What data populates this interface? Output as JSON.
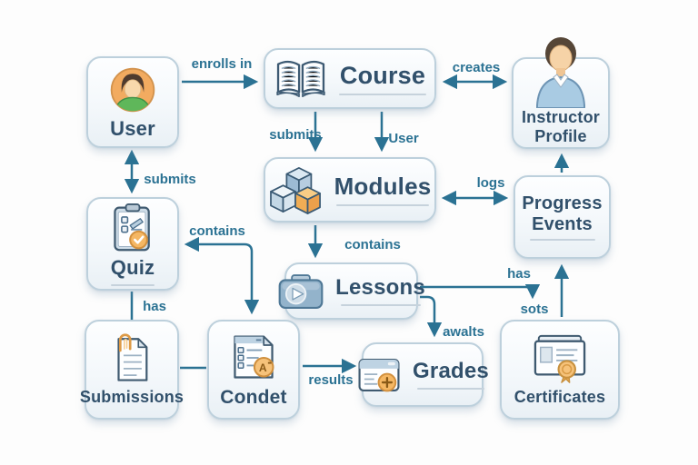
{
  "diagram": {
    "type": "entity-relationship-flow",
    "colors": {
      "background": "#fdfdfd",
      "accent_arrow": "#2b7293",
      "node_text": "#31506b",
      "node_border": "#bdd0dc",
      "orange_accent": "#f0ad55"
    },
    "nodes": {
      "user": {
        "label": "User",
        "icon": "user-avatar-icon"
      },
      "course": {
        "label": "Course",
        "icon": "open-book-icon"
      },
      "instructor": {
        "label": "Instructor Profile",
        "icon": "instructor-bust-icon"
      },
      "modules": {
        "label": "Modules",
        "icon": "cubes-icon"
      },
      "progress": {
        "label": "Progress Events",
        "icon": ""
      },
      "quiz": {
        "label": "Quiz",
        "icon": "clipboard-check-icon"
      },
      "lessons": {
        "label": "Lessons",
        "icon": "video-play-icon"
      },
      "submissions": {
        "label": "Submissions",
        "icon": "document-paperclip-icon"
      },
      "condet": {
        "label": "Condet",
        "icon": "graded-form-icon"
      },
      "grades": {
        "label": "Grades",
        "icon": "window-plus-icon"
      },
      "certificates": {
        "label": "Certificates",
        "icon": "certificate-ribbon-icon"
      }
    },
    "edges": [
      {
        "from": "user",
        "to": "course",
        "label": "enrolls in",
        "bidirectional": false
      },
      {
        "from": "course",
        "to": "instructor",
        "label": "creates",
        "bidirectional": true
      },
      {
        "from": "course",
        "to": "modules",
        "label": "submits",
        "bidirectional": false
      },
      {
        "from": "course",
        "to": "modules",
        "label": "User",
        "bidirectional": false
      },
      {
        "from": "modules",
        "to": "progress",
        "label": "logs",
        "bidirectional": true
      },
      {
        "from": "user",
        "to": "quiz",
        "label": "submits",
        "bidirectional": true
      },
      {
        "from": "quiz",
        "to": "condet",
        "label": "contains",
        "bidirectional": true
      },
      {
        "from": "modules",
        "to": "lessons",
        "label": "contains",
        "bidirectional": false
      },
      {
        "from": "quiz",
        "to": "submissions",
        "label": "has",
        "bidirectional": false
      },
      {
        "from": "submissions",
        "to": "condet",
        "label": "",
        "bidirectional": false
      },
      {
        "from": "condet",
        "to": "grades",
        "label": "results",
        "bidirectional": false
      },
      {
        "from": "lessons",
        "to": "grades",
        "label": "awalts",
        "bidirectional": false
      },
      {
        "from": "lessons",
        "to": "certificates",
        "label": "has",
        "end_label": "sots",
        "bidirectional": false
      },
      {
        "from": "certificates",
        "to": "progress",
        "label": "",
        "bidirectional": false
      },
      {
        "from": "progress",
        "to": "instructor",
        "label": "",
        "bidirectional": false
      }
    ]
  }
}
